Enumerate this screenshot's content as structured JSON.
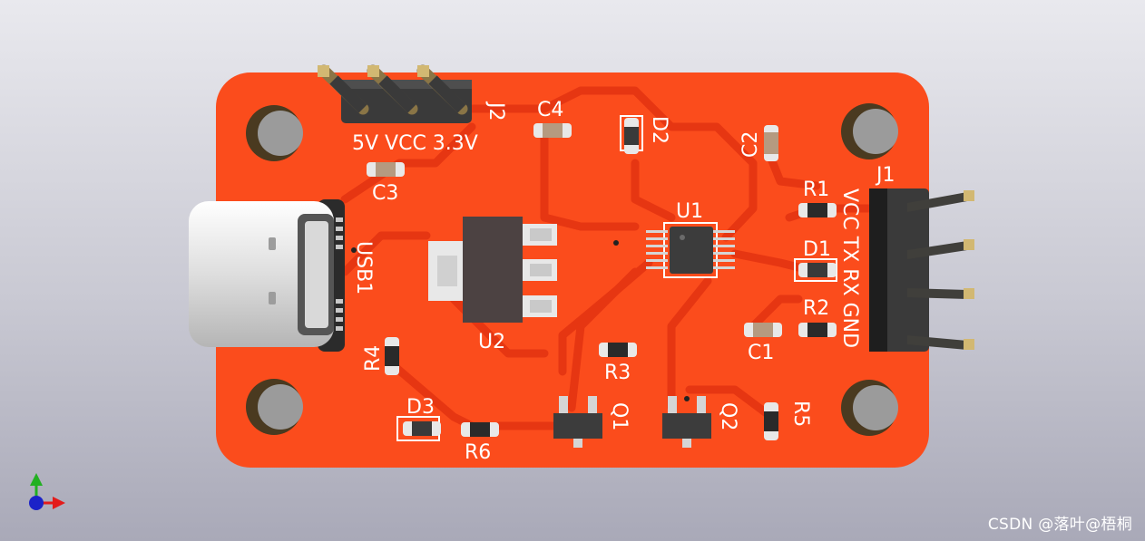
{
  "colors": {
    "board": "#fb4c1c",
    "board_edge": "#f0461a",
    "trace": "#e93512",
    "silkscreen": "#ffffff",
    "hole": "#9a9a9a",
    "hole_ring": "#4b3a1f",
    "header_body": "#3a3a3a",
    "pin": "#c8a660",
    "component": "#2e2e2e",
    "connector_metal": "#e6e6e6",
    "background_top": "#e9e9ee",
    "background_bottom": "#a9a9b8"
  },
  "labels": {
    "j2": "J2",
    "j2_pins": "5V VCC 3.3V",
    "j1": "J1",
    "j1_pins": "VCC TX RX GND",
    "usb": "USB1",
    "c1": "C1",
    "c2": "C2",
    "c3": "C3",
    "c4": "C4",
    "d1": "D1",
    "d2": "D2",
    "d3": "D3",
    "r1": "R1",
    "r2": "R2",
    "r3": "R3",
    "r4": "R4",
    "r5": "R5",
    "r6": "R6",
    "u1": "U1",
    "u2": "U2",
    "q1": "Q1",
    "q2": "Q2"
  },
  "axis_icon": {
    "x_color": "#e31b1b",
    "y_color": "#22b022",
    "z_color": "#1b22c8"
  },
  "watermark": "CSDN @落叶@梧桐"
}
